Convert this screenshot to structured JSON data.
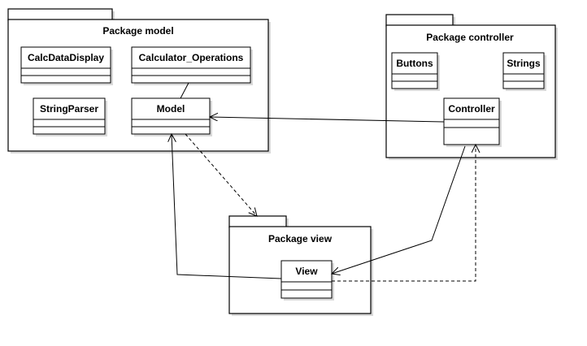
{
  "packages": {
    "model": {
      "title": "Package model",
      "classes": {
        "calc_data_display": "CalcDataDisplay",
        "calculator_operations": "Calculator_Operations",
        "string_parser": "StringParser",
        "model": "Model"
      }
    },
    "controller": {
      "title": "Package controller",
      "classes": {
        "buttons": "Buttons",
        "strings": "Strings",
        "controller": "Controller"
      }
    },
    "view": {
      "title": "Package view",
      "classes": {
        "view": "View"
      }
    }
  }
}
